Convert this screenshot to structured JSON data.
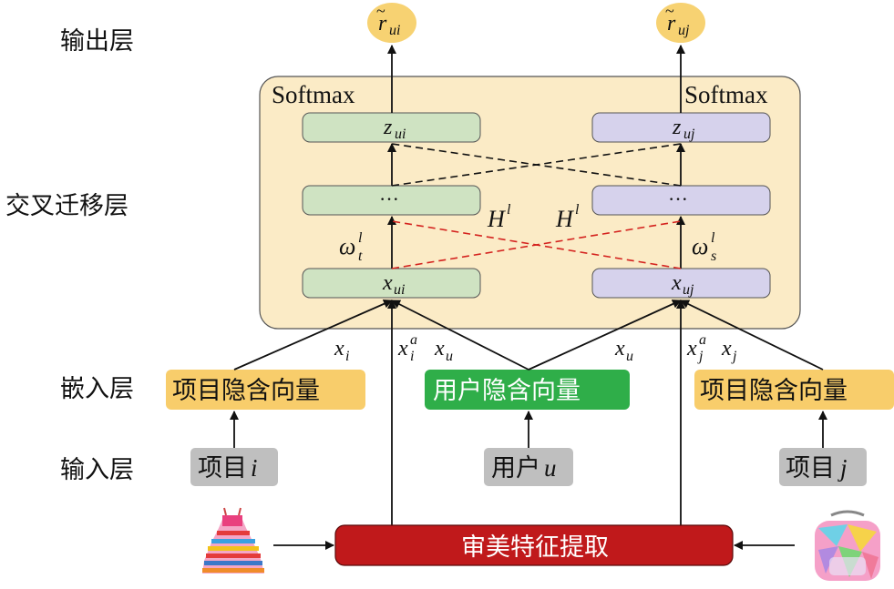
{
  "layers": {
    "output": "输出层",
    "cross": "交叉迁移层",
    "embed": "嵌入层",
    "input": "输入层"
  },
  "outputs": {
    "left": {
      "base": "r",
      "sub": "ui"
    },
    "right": {
      "base": "r",
      "sub": "uj"
    }
  },
  "softmax": {
    "left": "Softmax",
    "right": "Softmax"
  },
  "boxes": {
    "z_left": {
      "base": "z",
      "sub": "ui"
    },
    "z_right": {
      "base": "z",
      "sub": "uj"
    },
    "dots_left": "···",
    "dots_right": "···",
    "x_left": {
      "base": "x",
      "sub": "ui"
    },
    "x_right": {
      "base": "x",
      "sub": "uj"
    }
  },
  "transfer": {
    "H_left": {
      "base": "H",
      "sup": "l"
    },
    "H_right": {
      "base": "H",
      "sup": "l"
    },
    "omega_left": {
      "base": "ω",
      "sup": "l",
      "sub": "t"
    },
    "omega_right": {
      "base": "ω",
      "sup": "l",
      "sub": "s"
    }
  },
  "edge_labels": {
    "xi": {
      "base": "x",
      "sub": "i"
    },
    "xia": {
      "base": "x",
      "sup": "a",
      "sub": "i"
    },
    "xu_left": {
      "base": "x",
      "sub": "u"
    },
    "xu_right": {
      "base": "x",
      "sub": "u"
    },
    "xja": {
      "base": "x",
      "sup": "a",
      "sub": "j"
    },
    "xj": {
      "base": "x",
      "sub": "j"
    }
  },
  "embeddings": {
    "item_left": "项目隐含向量",
    "user": "用户隐含向量",
    "item_right": "项目隐含向量"
  },
  "inputs": {
    "item_i": {
      "text": "项目",
      "var": "i"
    },
    "user_u": {
      "text": "用户",
      "var": "u"
    },
    "item_j": {
      "text": "项目",
      "var": "j"
    }
  },
  "aesthetic": "审美特征提取",
  "colors": {
    "panel": "#fbebc6",
    "green_box": "#cfe3c2",
    "purple_box": "#d6d2ec",
    "orange": "#f8cd6b",
    "green_embed": "#2fae49",
    "gray": "#bfbfbf",
    "red": "#c0191b",
    "output_circle": "#f7d272"
  }
}
